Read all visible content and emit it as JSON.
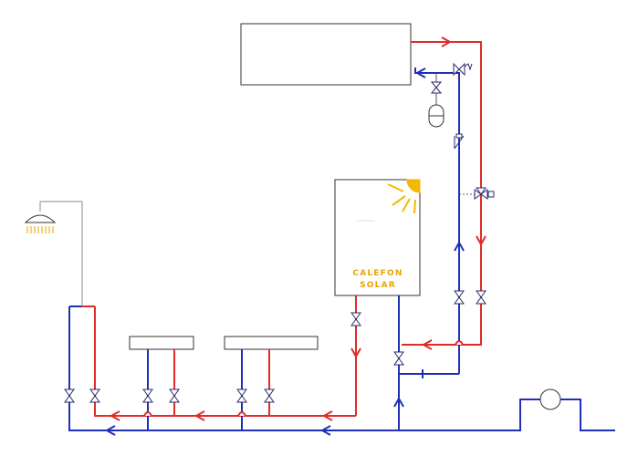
{
  "heater": {
    "brand_line1": "CALEFON",
    "brand_line2": "SOLAR"
  },
  "colors": {
    "hot_pipe": "#e02b2b",
    "cold_pipe": "#1f2fb8",
    "sun": "#f5b800",
    "brand": "#e8a300"
  },
  "icons": [
    "solar-collector",
    "sun-icon",
    "shower-head-icon",
    "expansion-tank-icon",
    "pump-icon",
    "gate-valve-icon",
    "check-valve-icon",
    "relief-valve-icon",
    "three-way-valve-icon",
    "radiator"
  ]
}
